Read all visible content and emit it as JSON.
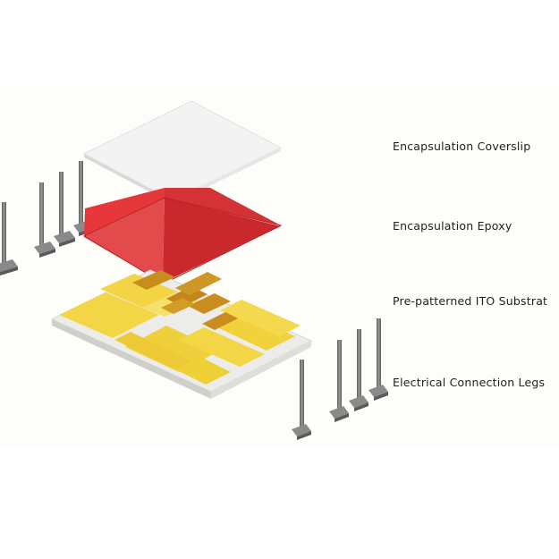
{
  "labels": {
    "coverslip": "Encapsulation Coverslip",
    "epoxy": "Encapsulation Epoxy",
    "ito_substrate": "Pre-patterned ITO Substrat",
    "connection_legs": "Electrical Connection Legs"
  },
  "colors": {
    "coverslip": "#f2f2f2",
    "epoxy": "#d63436",
    "substrate": "#e9e9e6",
    "ito": "#f1d23a",
    "ito_contact": "#c98c1e",
    "legs": "#7a7a7a"
  }
}
